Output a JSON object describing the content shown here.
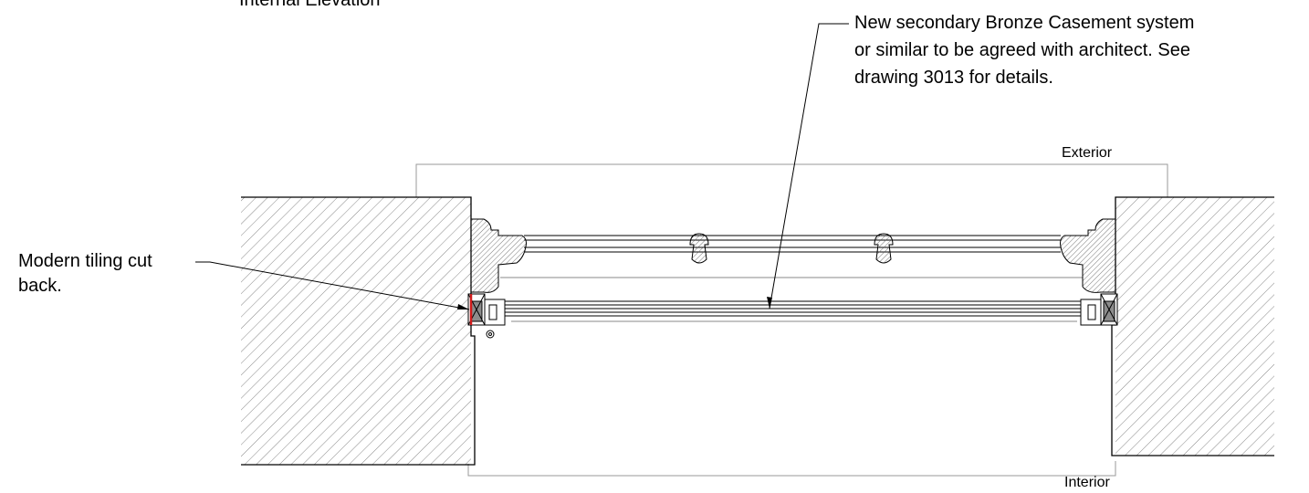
{
  "title_partial": "Internal Elevation",
  "callouts": {
    "casement": {
      "line1": "New secondary Bronze Casement system",
      "line2": "or similar to be agreed with architect. See",
      "line3": "drawing 3013 for details."
    },
    "tiling": {
      "line1": "Modern tiling cut",
      "line2": "back."
    }
  },
  "labels": {
    "exterior": "Exterior",
    "interior": "Interior"
  },
  "colors": {
    "line": "#000000",
    "hatch": "#6e6e6e",
    "guide": "#9a9a9a",
    "seal_red": "#d01a1a",
    "gasket_grey": "#8c8c8c"
  }
}
